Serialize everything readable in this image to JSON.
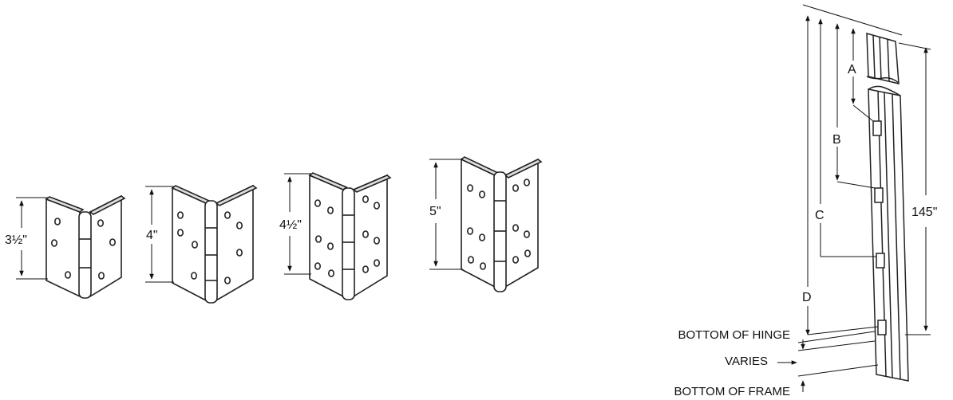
{
  "hinges": [
    {
      "size_label": "3½\""
    },
    {
      "size_label": "4\""
    },
    {
      "size_label": "4½\""
    },
    {
      "size_label": "5\""
    }
  ],
  "frame": {
    "letters": [
      "A",
      "B",
      "C",
      "D"
    ],
    "height_label": "145\"",
    "bottom_of_hinge": "BOTTOM OF HINGE",
    "varies": "VARIES",
    "bottom_of_frame": "BOTTOM OF FRAME"
  }
}
